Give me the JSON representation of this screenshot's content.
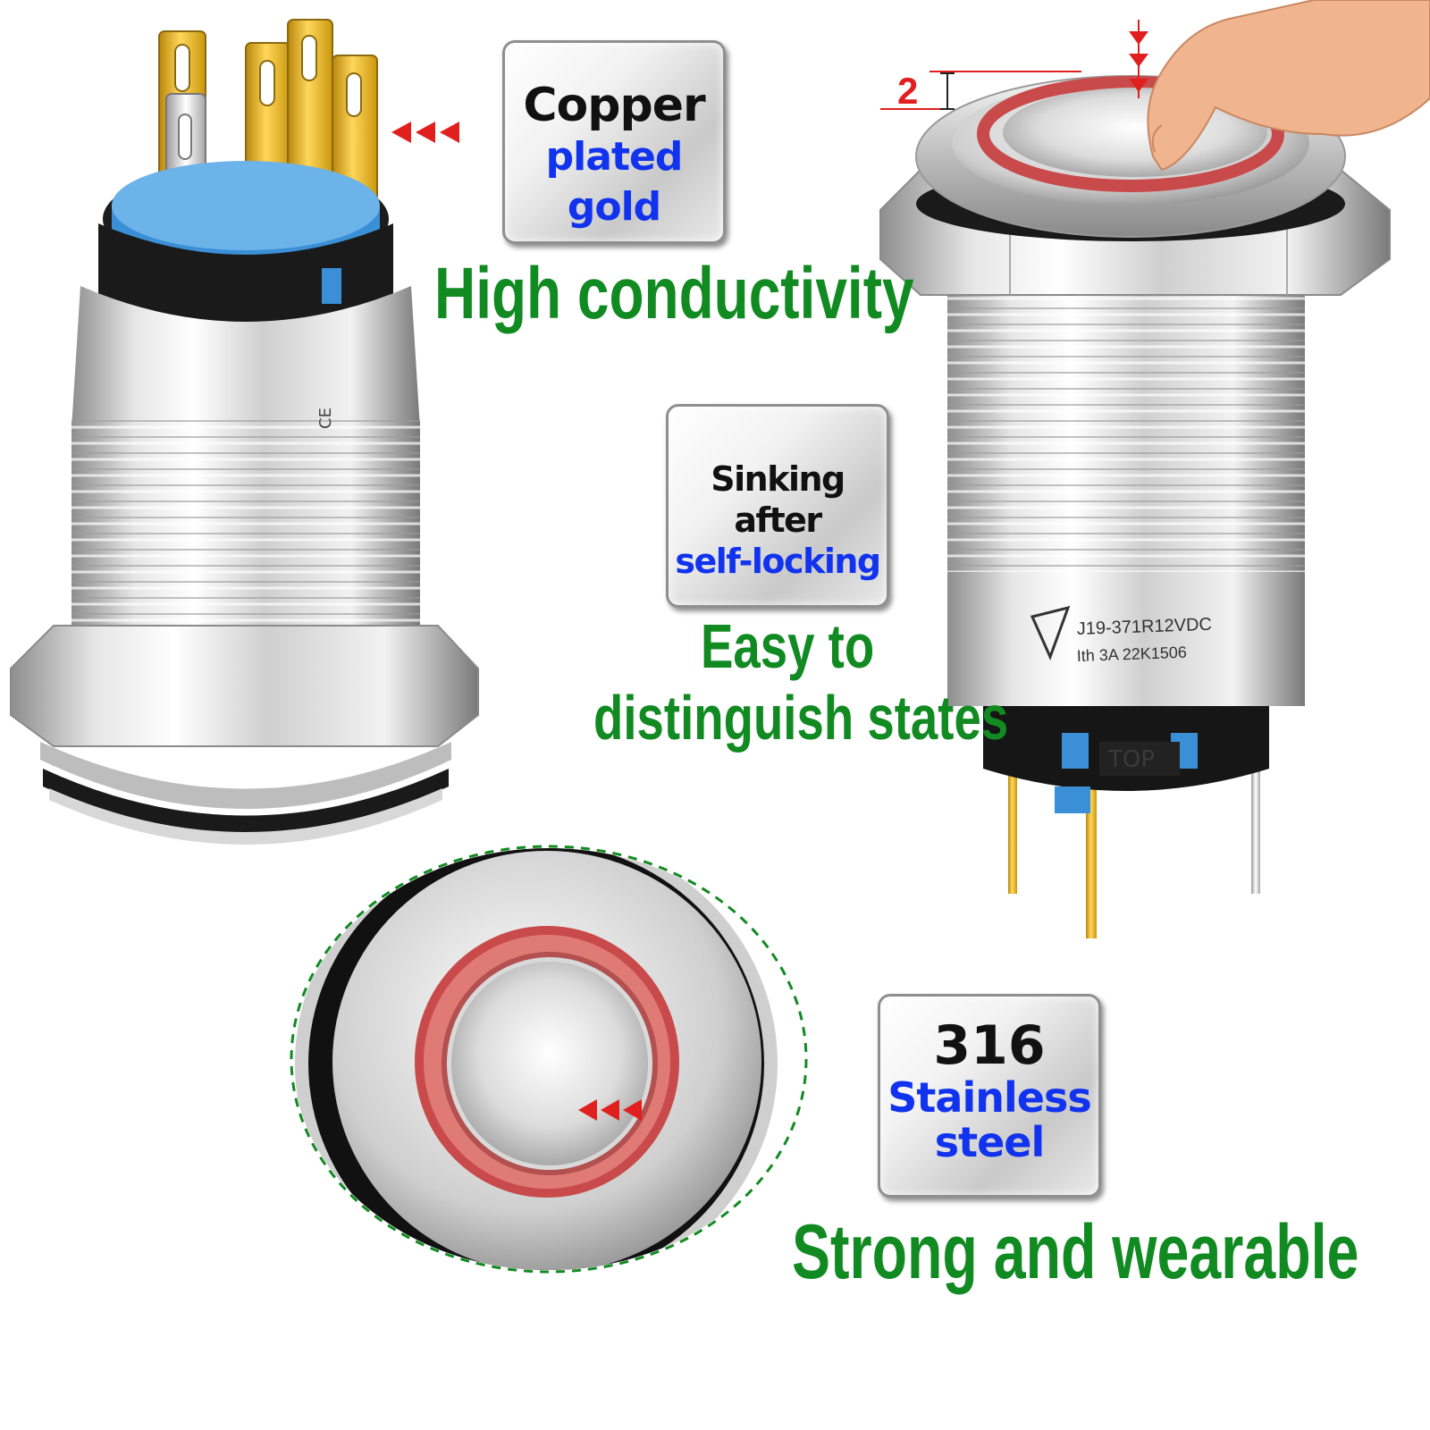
{
  "features": {
    "conductivity": {
      "badge_line1": "Copper",
      "badge_line2": "plated gold",
      "headline": "High conductivity"
    },
    "locking": {
      "badge_line1": "Sinking after",
      "badge_line2": "self-locking",
      "headline_line1": "Easy to",
      "headline_line2": "distinguish states"
    },
    "material": {
      "badge_line1": "316",
      "badge_line2": "Stainless",
      "badge_line3": "steel",
      "headline": "Strong and wearable"
    }
  },
  "dimension": {
    "label": "2"
  },
  "product_markings": {
    "model": "J19-371R12VDC",
    "rating": "Ith 3A 22K1506",
    "connector": "TOP"
  },
  "colors": {
    "headline": "#128a22",
    "badge_accent": "#1133ee",
    "arrow": "#e0201e",
    "led_ring": "#c94a4a",
    "connector_blue": "#3a8fd6"
  }
}
